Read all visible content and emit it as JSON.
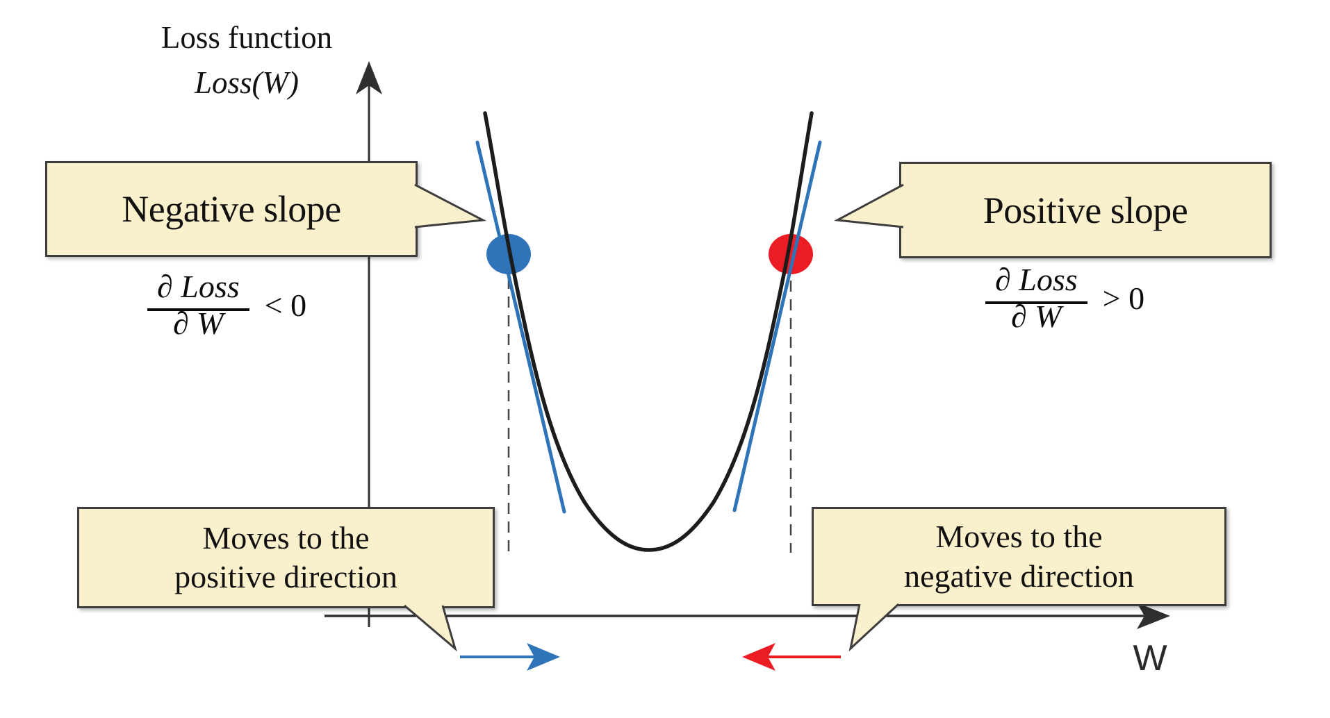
{
  "diagram": {
    "y_axis_title_line1": "Loss function",
    "y_axis_title_line2": "Loss(W)",
    "x_axis_label": "W"
  },
  "callouts": {
    "negative_slope": {
      "label": "Negative slope"
    },
    "positive_slope": {
      "label": "Positive slope"
    },
    "moves_positive": {
      "line1": "Moves to the",
      "line2": "positive direction"
    },
    "moves_negative": {
      "line1": "Moves to the",
      "line2": "negative direction"
    }
  },
  "formulas": {
    "negative": {
      "numerator": "∂ Loss",
      "denominator": "∂ W",
      "relation": "< 0"
    },
    "positive": {
      "numerator": "∂ Loss",
      "denominator": "∂ W",
      "relation": "> 0"
    }
  },
  "colors": {
    "accent_blue": "#2f74b9",
    "accent_red": "#ec1c24",
    "callout_bg": "#fbf0cc",
    "callout_border": "#3d3d3d",
    "curve_black": "#1c1c1c",
    "axis_gray": "#2f2f2f",
    "dash_gray": "#474747"
  }
}
